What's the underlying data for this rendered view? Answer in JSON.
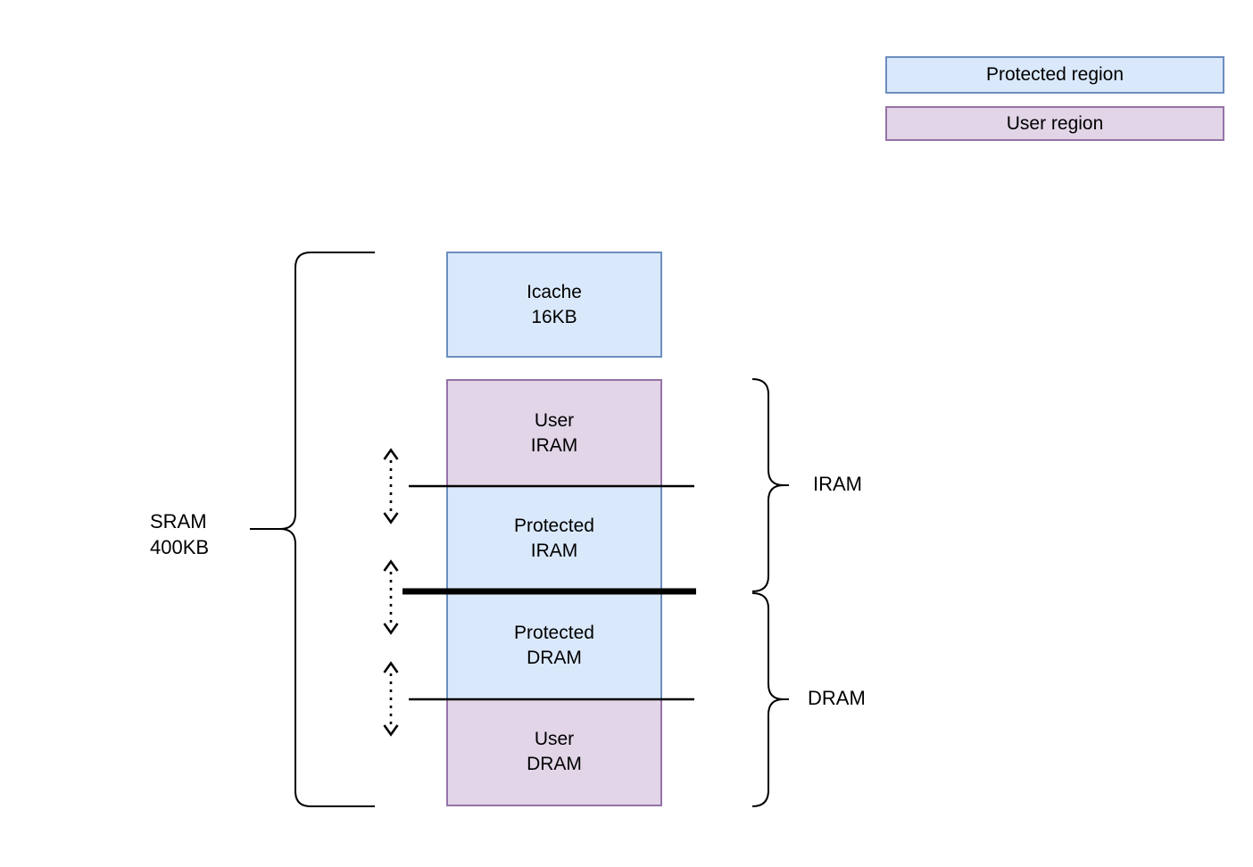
{
  "legend": {
    "protected": {
      "label": "Protected region",
      "fill": "#dae8fc",
      "border": "#6c8ebf"
    },
    "user": {
      "label": "User region",
      "fill": "#e1d5e7",
      "border": "#9673a6"
    }
  },
  "blocks": {
    "icache": {
      "line1": "Icache",
      "line2": "16KB",
      "region": "protected"
    },
    "user_iram": {
      "line1": "User",
      "line2": "IRAM",
      "region": "user"
    },
    "protected_iram": {
      "line1": "Protected",
      "line2": "IRAM",
      "region": "protected"
    },
    "protected_dram": {
      "line1": "Protected",
      "line2": "DRAM",
      "region": "protected"
    },
    "user_dram": {
      "line1": "User",
      "line2": "DRAM",
      "region": "user"
    }
  },
  "labels": {
    "sram": {
      "line1": "SRAM",
      "line2": "400KB"
    },
    "iram": "IRAM",
    "dram": "DRAM"
  },
  "lines": {
    "boundary_color": "#000000",
    "divider_thick_color": "#000000"
  }
}
